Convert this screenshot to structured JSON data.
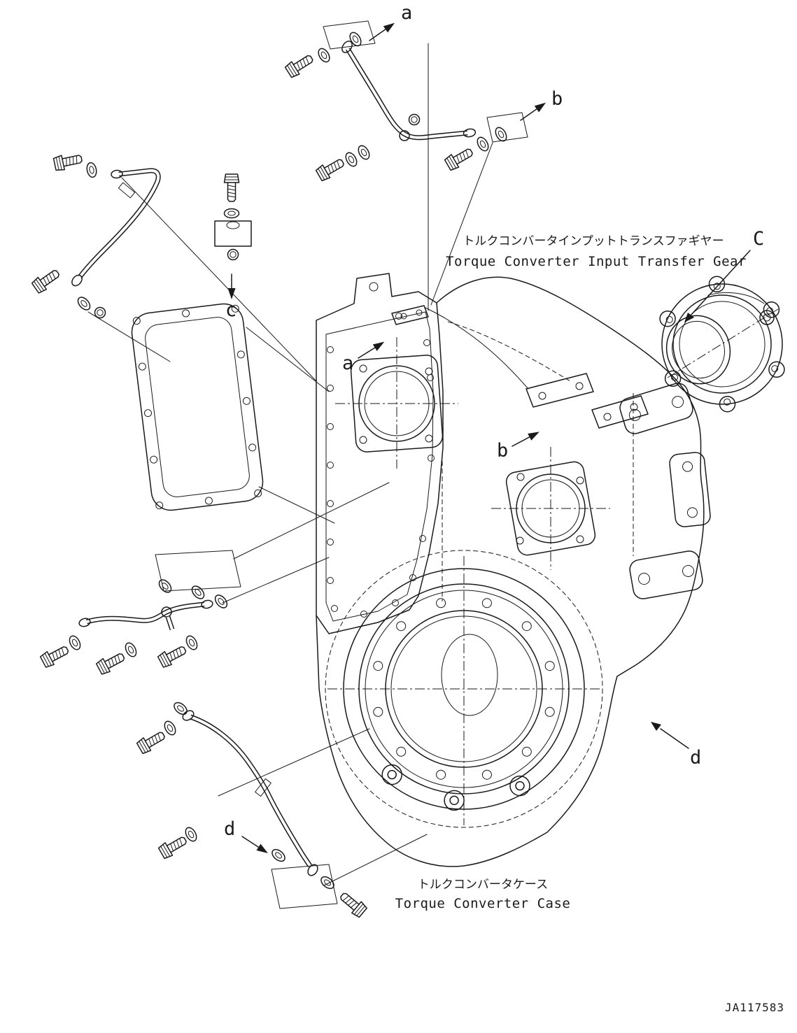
{
  "figure": {
    "callouts": {
      "a_top": "a",
      "b_top": "b",
      "c_left": "c",
      "C_right": "C",
      "a_case": "a",
      "b_case": "b",
      "d_right": "d",
      "d_bottom": "d"
    },
    "labels": {
      "transfer_gear_jp": "トルクコンバータインプットトランスファギヤー",
      "transfer_gear_en": "Torque Converter Input Transfer Gear",
      "case_jp": "トルクコンバータケース",
      "case_en": "Torque Converter Case"
    },
    "drawing_number": "JA117583"
  }
}
